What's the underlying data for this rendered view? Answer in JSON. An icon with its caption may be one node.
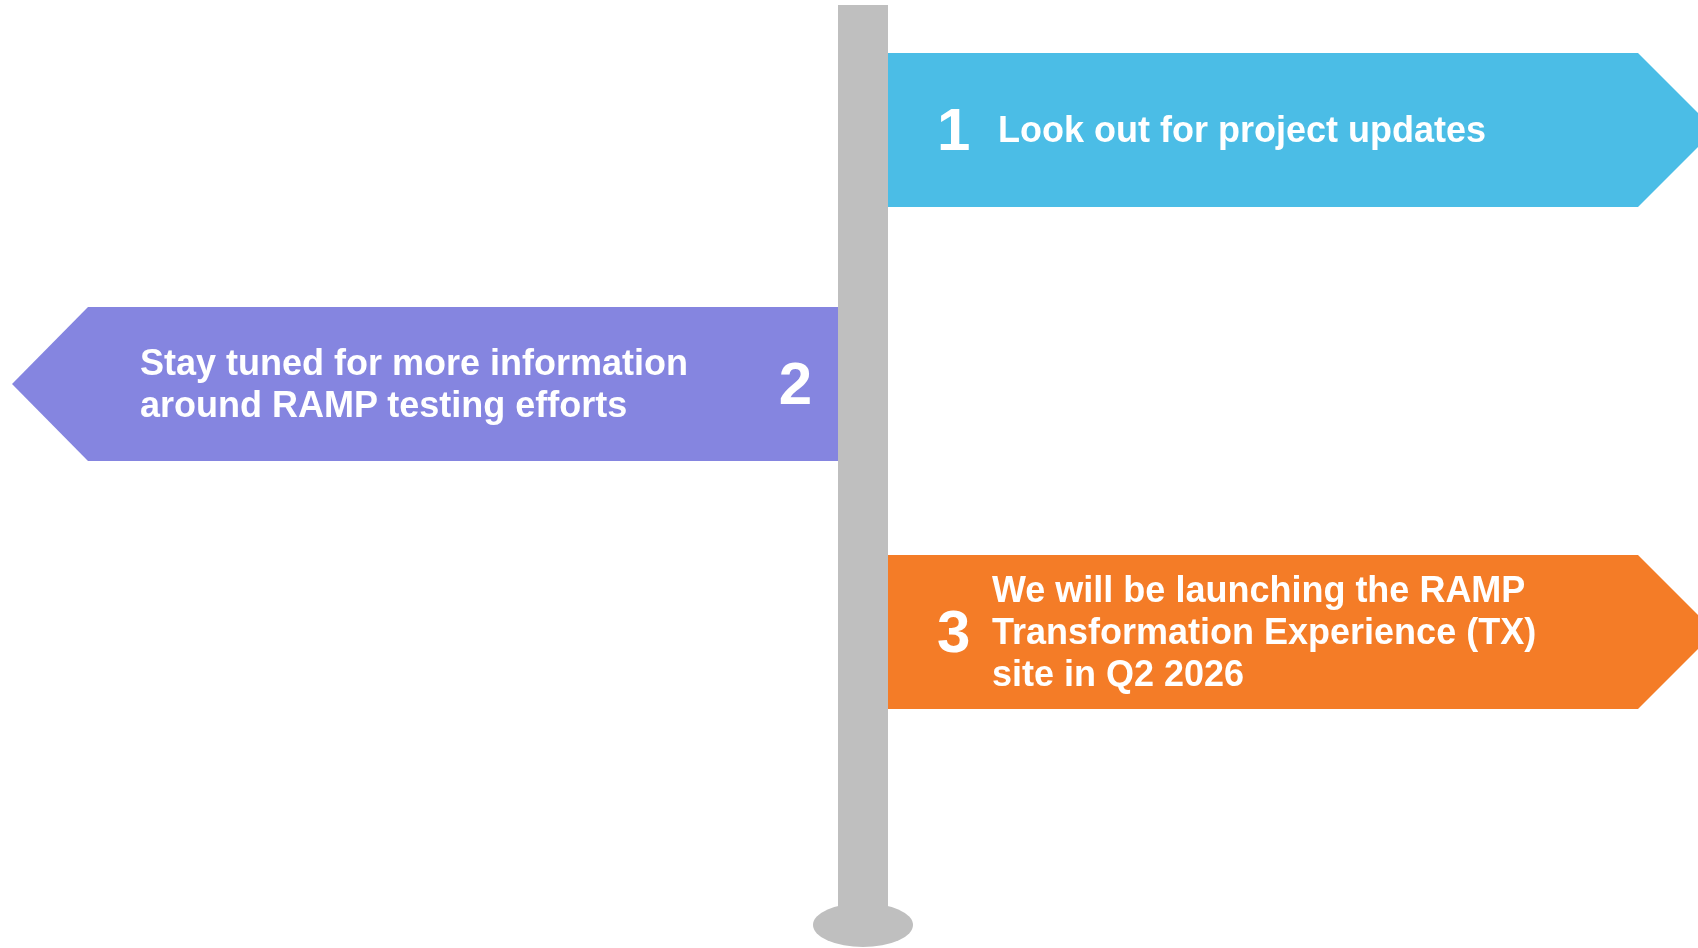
{
  "diagram": {
    "nodes": [
      {
        "text": [
          "1",
          "Look out for project updates"
        ]
      },
      {
        "text": [
          "Stay tuned for more information around RAMP testing efforts",
          "2"
        ]
      },
      {
        "text": [
          "3",
          "We will be launching the RAMP Transformation Experience (TX) site in Q2 2026"
        ]
      }
    ]
  }
}
